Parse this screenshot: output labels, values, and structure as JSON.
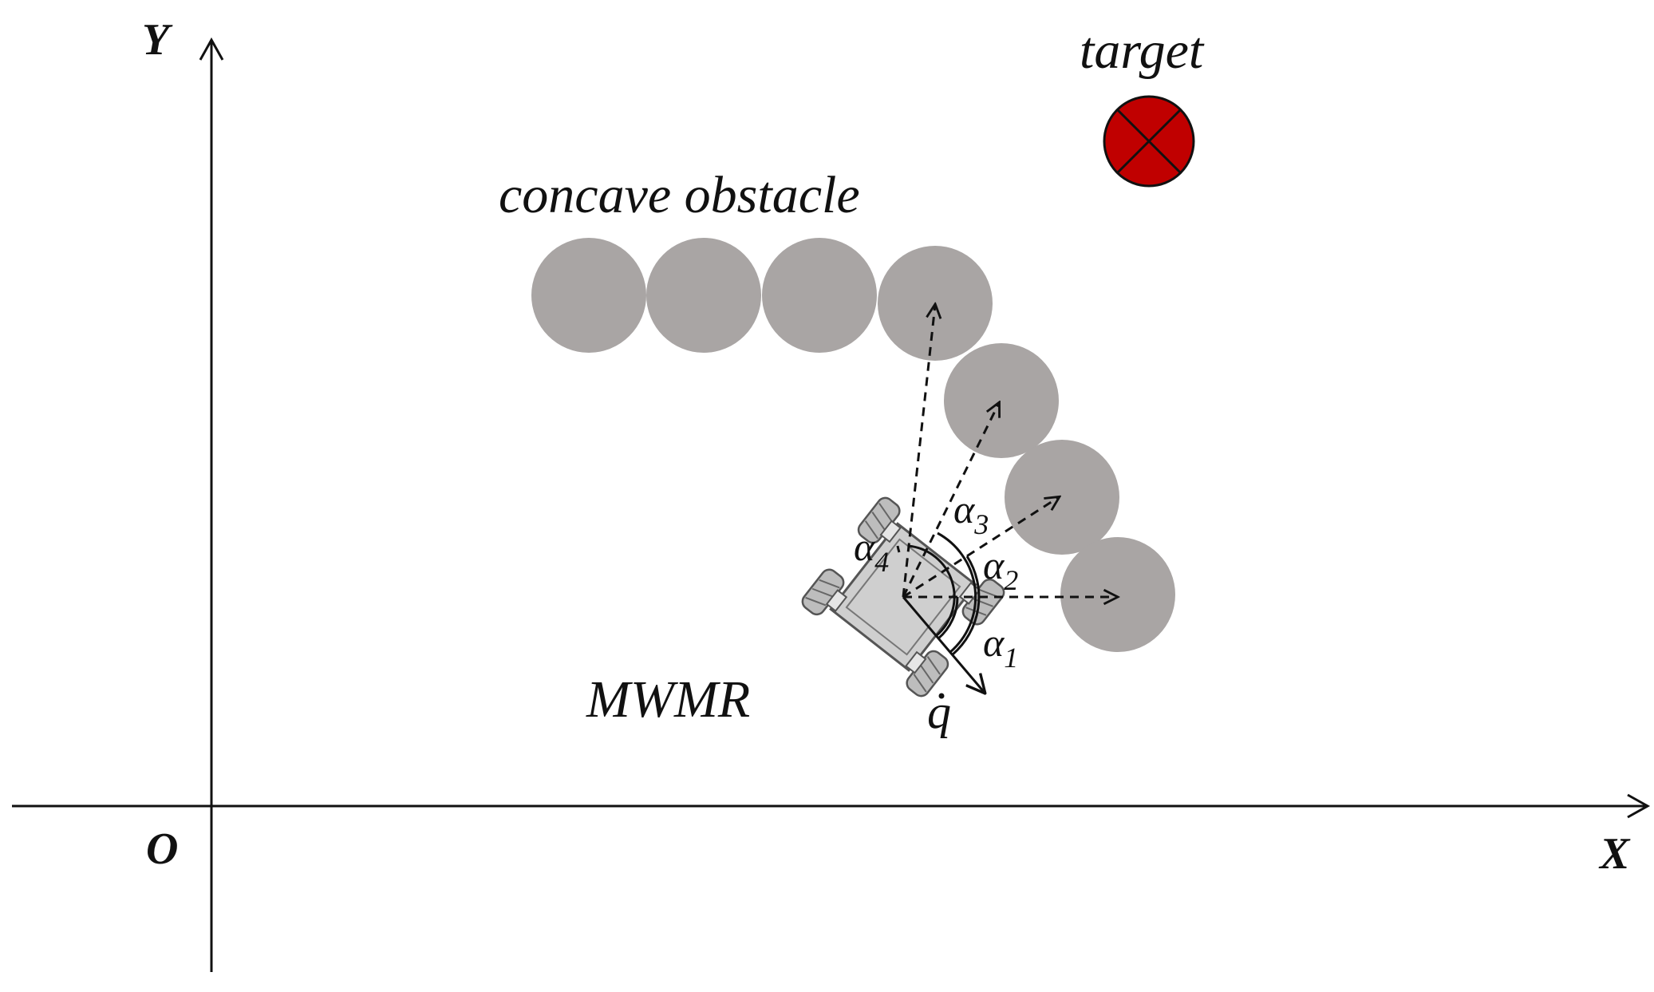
{
  "axes": {
    "x_label": "X",
    "y_label": "Y",
    "origin_label": "O"
  },
  "labels": {
    "target": "target",
    "obstacle": "concave obstacle",
    "robot": "MWMR",
    "velocity": "q",
    "angle_1": {
      "symbol": "α",
      "subscript": "1"
    },
    "angle_2": {
      "symbol": "α",
      "subscript": "2"
    },
    "angle_3": {
      "symbol": "α",
      "subscript": "3"
    },
    "angle_4": {
      "symbol": "α",
      "subscript": "4"
    }
  },
  "colors": {
    "obstacle": "#a9a5a4",
    "target_fill": "#c00000",
    "robot_body": "#cfcfcf",
    "line": "#111111"
  }
}
